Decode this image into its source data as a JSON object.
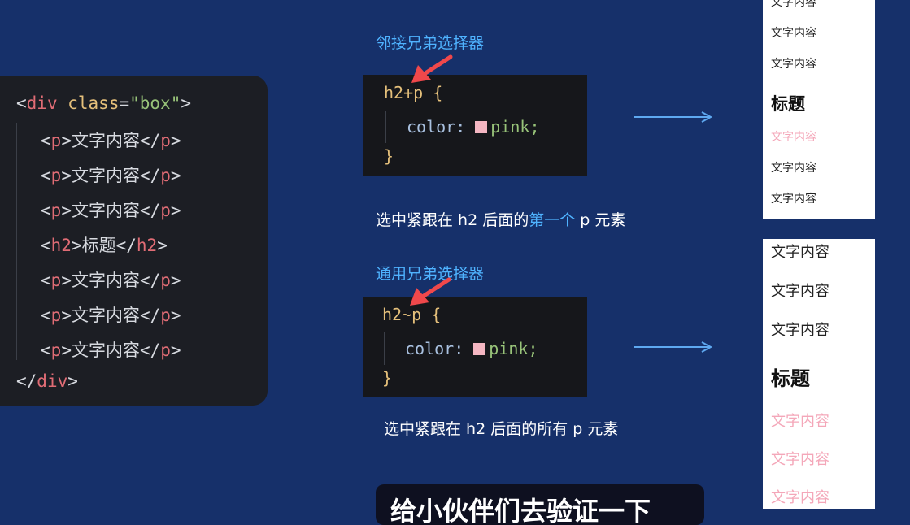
{
  "left_code": {
    "open": {
      "lt": "<",
      "tag": "div",
      "attr": "class",
      "eq": "=",
      "str": "\"box\"",
      "gt": ">"
    },
    "lines": [
      {
        "tag": "p",
        "text": "文字内容"
      },
      {
        "tag": "p",
        "text": "文字内容"
      },
      {
        "tag": "p",
        "text": "文字内容"
      },
      {
        "tag": "h2",
        "text": "标题"
      },
      {
        "tag": "p",
        "text": "文字内容"
      },
      {
        "tag": "p",
        "text": "文字内容"
      },
      {
        "tag": "p",
        "text": "文字内容"
      }
    ],
    "close": {
      "lt": "</",
      "tag": "div",
      "gt": ">"
    },
    "brackets": {
      "lt": "<",
      "gt": ">",
      "lt_close": "</"
    }
  },
  "adjacent": {
    "heading": "邻接兄弟选择器",
    "selector": "h2+p",
    "open_brace": "{",
    "property": "color:",
    "value": "pink;",
    "close_brace": "}",
    "desc_prefix": "选中紧跟在 h2 后面的",
    "desc_highlight": "第一个",
    "desc_suffix": " p 元素",
    "preview": {
      "items": [
        {
          "text": "文字内容",
          "style": "normal"
        },
        {
          "text": "文字内容",
          "style": "normal"
        },
        {
          "text": "文字内容",
          "style": "normal"
        },
        {
          "text": "标题",
          "style": "title"
        },
        {
          "text": "文字内容",
          "style": "pink"
        },
        {
          "text": "文字内容",
          "style": "normal"
        },
        {
          "text": "文字内容",
          "style": "normal"
        }
      ]
    }
  },
  "general": {
    "heading": "通用兄弟选择器",
    "selector": "h2~p",
    "open_brace": "{",
    "property": "color:",
    "value": "pink;",
    "close_brace": "}",
    "desc": "选中紧跟在 h2 后面的所有 p 元素",
    "preview": {
      "items": [
        {
          "text": "文字内容",
          "style": "normal"
        },
        {
          "text": "文字内容",
          "style": "normal"
        },
        {
          "text": "文字内容",
          "style": "normal"
        },
        {
          "text": "标题",
          "style": "title"
        },
        {
          "text": "文字内容",
          "style": "pink"
        },
        {
          "text": "文字内容",
          "style": "pink"
        },
        {
          "text": "文字内容",
          "style": "pink"
        }
      ]
    }
  },
  "subtitle": "给小伙伴们去验证一下",
  "colors": {
    "background": "#16306a",
    "pink": "#f4b6c2",
    "highlight": "#4fb3ff",
    "arrow_red": "#f0484b"
  }
}
